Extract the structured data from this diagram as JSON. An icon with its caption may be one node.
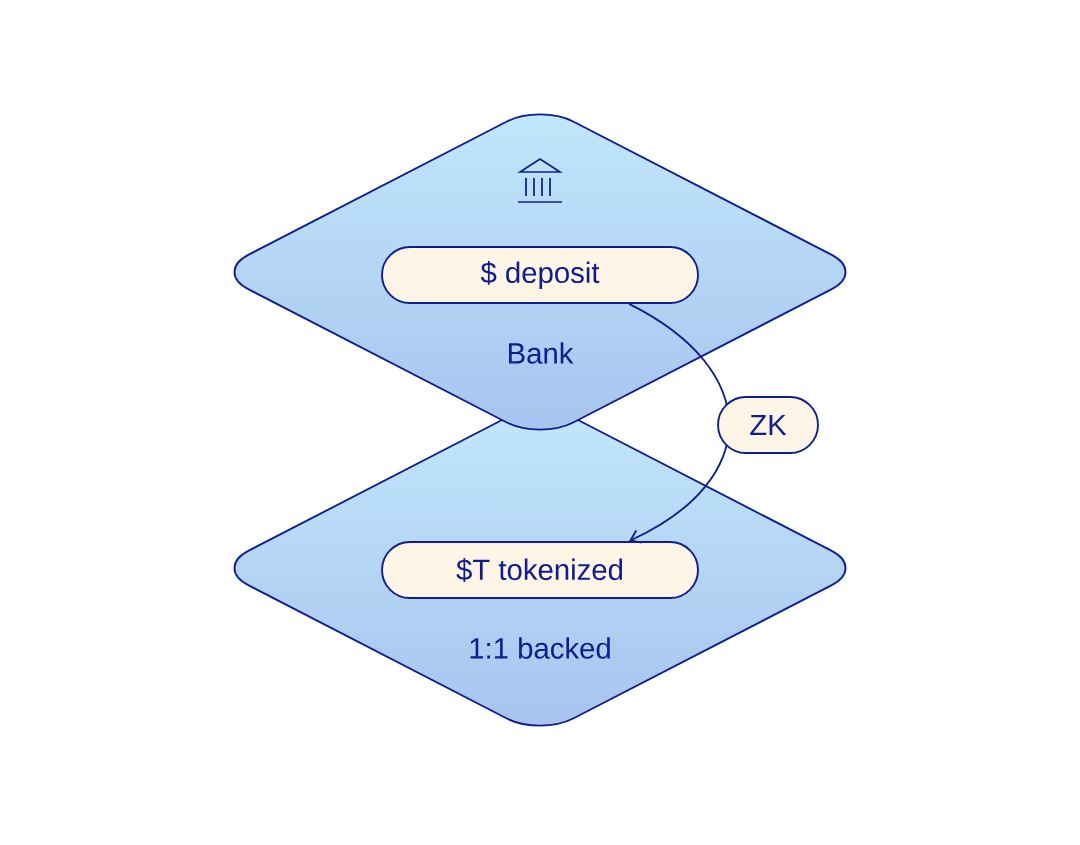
{
  "diagram": {
    "nodes": [
      {
        "text": [
          "Bank"
        ]
      },
      {
        "text": [
          "$ deposit"
        ],
        "in": 0
      },
      {
        "text": [
          "1:1 backed"
        ]
      },
      {
        "text": [
          "$T tokenized"
        ],
        "in": 2
      }
    ],
    "edges": [
      {
        "from": 1,
        "to": 3,
        "arrow": "to",
        "label": "ZK"
      }
    ]
  }
}
